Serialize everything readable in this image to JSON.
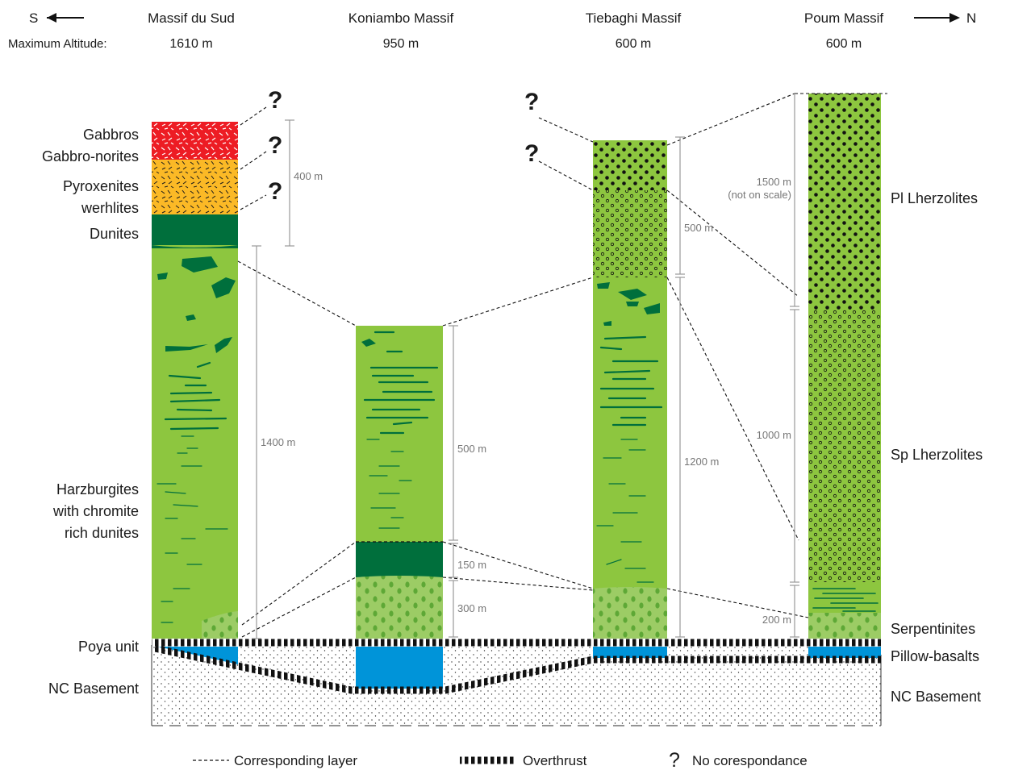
{
  "header": {
    "south_label": "S",
    "north_label": "N",
    "alt_label": "Maximum Altitude:",
    "massifs": [
      {
        "name": "Massif du Sud",
        "altitude": "1610 m"
      },
      {
        "name": "Koniambo Massif",
        "altitude": "950 m"
      },
      {
        "name": "Tiebaghi Massif",
        "altitude": "600 m"
      },
      {
        "name": "Poum Massif",
        "altitude": "600 m"
      }
    ]
  },
  "left_labels": {
    "gabbros_1": "Gabbros",
    "gabbros_2": "Gabbro-norites",
    "pyrox_1": "Pyroxenites",
    "pyrox_2": "werhlites",
    "dunites": "Dunites",
    "harz_1": "Harzburgites",
    "harz_2": "with chromite",
    "harz_3": "rich dunites",
    "poya": "Poya unit",
    "basement": "NC Basement"
  },
  "right_labels": {
    "pl": "Pl Lherzolites",
    "sp": "Sp Lherzolites",
    "serp": "Serpentinites",
    "pillow": "Pillow-basalts",
    "basement": "NC Basement"
  },
  "thickness_labels": {
    "sud_upper": "400 m",
    "sud_main": "1400 m",
    "kon_main": "500 m",
    "kon_dunite": "150 m",
    "kon_serp": "300 m",
    "tie_upper": "500 m",
    "tie_main": "1200 m",
    "poum_pl": "1500 m",
    "poum_pl_note": "(not on scale)",
    "poum_sp": "1000 m",
    "poum_base": "200 m"
  },
  "question_mark": "?",
  "legend": {
    "corresponding": "Corresponding layer",
    "overthrust": "Overthrust",
    "no_corr_symbol": "?",
    "no_corr": "No corespondance"
  },
  "colors": {
    "harzburgite": "#8dc63f",
    "dunite": "#006f3c",
    "gabbro": "#ed1c24",
    "pyroxenite": "#fbb926",
    "basalt": "#0094d9",
    "serpentinite": "#9ccc65"
  }
}
